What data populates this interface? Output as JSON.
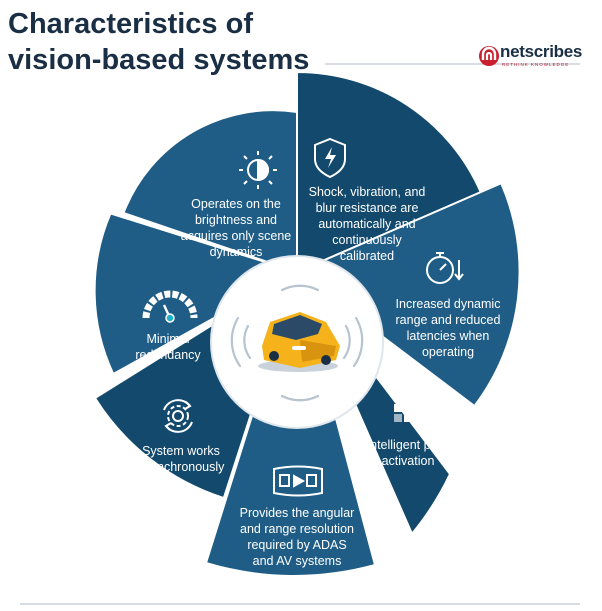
{
  "header": {
    "title": "Characteristics of vision-based systems"
  },
  "brand": {
    "name": "netscribes",
    "tagline": "RETHINK KNOWLEDGE",
    "logo_color": "#c8202f"
  },
  "colors": {
    "segment_dark": "#12496c",
    "segment_light": "#1f5d86",
    "hub": "#ffffff",
    "car": "#f5b21a",
    "text_dark": "#1a2e44"
  },
  "segments": [
    {
      "label": "Operates on the brightness and acquires only scene dynamics",
      "icon": "brightness-icon"
    },
    {
      "label": "Shock, vibration, and blur resistance are automatically and continuously calibrated",
      "icon": "shield-lightning-icon"
    },
    {
      "label": "Increased dynamic range and reduced latencies when operating",
      "icon": "stopwatch-icon"
    },
    {
      "label": "Intelligent pixel activation",
      "icon": "pixel-grid-power-icon"
    },
    {
      "label": "Provides the angular and range resolution required by ADAS and AV systems",
      "icon": "panoramic-screen-icon"
    },
    {
      "label": "System works asynchronously",
      "icon": "gear-cycle-icon"
    },
    {
      "label": "Minimal redundancy",
      "icon": "gauge-icon"
    }
  ],
  "center": {
    "icon": "car-sensor-icon"
  }
}
